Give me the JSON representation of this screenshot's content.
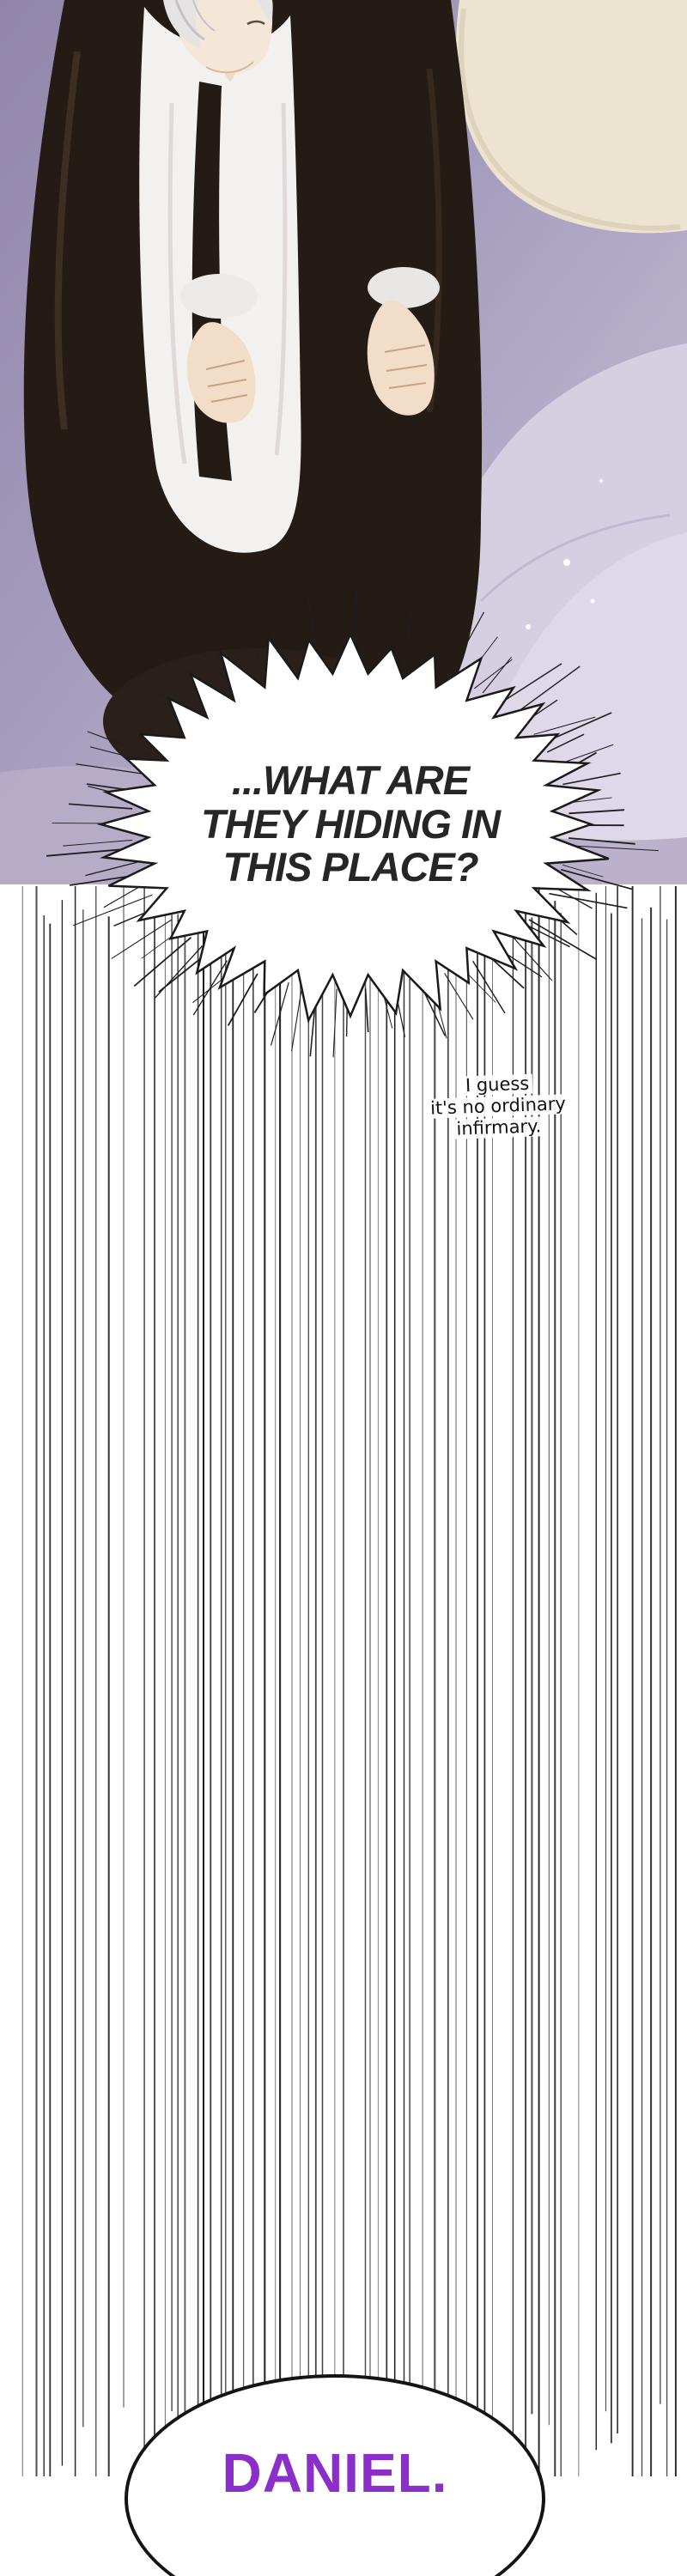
{
  "burst_bubble": {
    "lines": [
      "...WHAT ARE",
      "THEY HIDING IN",
      "THIS PLACE?"
    ],
    "text_color": "#262626"
  },
  "side_note": {
    "lines": [
      "I guess",
      "it's no ordinary",
      "infirmary."
    ]
  },
  "daniel_bubble": {
    "text": "DANIEL.",
    "text_color": "#8a2fc9"
  }
}
